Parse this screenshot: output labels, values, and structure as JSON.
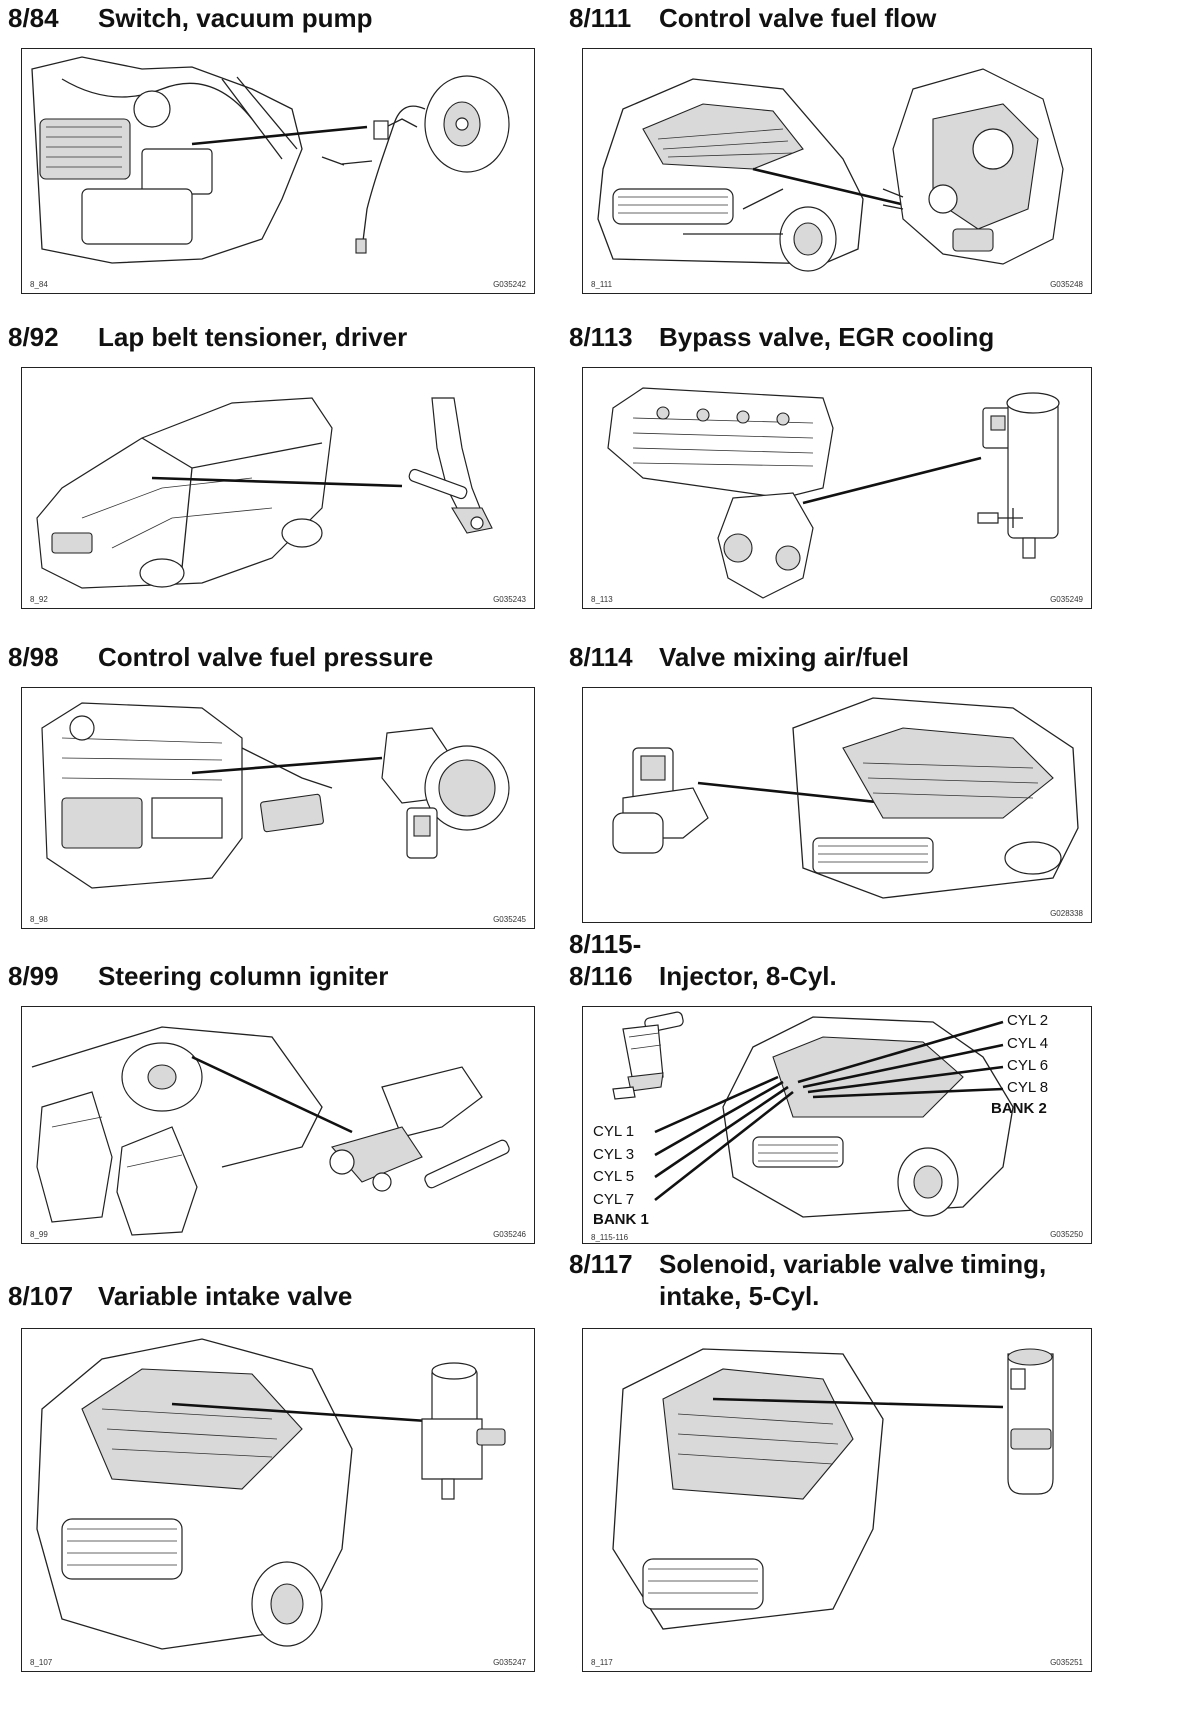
{
  "sections": [
    {
      "code": "8/84",
      "title": "Switch, vacuum pump",
      "ref_left": "8_84",
      "ref_right": "G035242"
    },
    {
      "code": "8/111",
      "title": "Control valve fuel flow",
      "ref_left": "8_111",
      "ref_right": "G035248"
    },
    {
      "code": "8/92",
      "title": "Lap belt tensioner, driver",
      "ref_left": "8_92",
      "ref_right": "G035243"
    },
    {
      "code": "8/113",
      "title": "Bypass valve, EGR cooling",
      "ref_left": "8_113",
      "ref_right": "G035249"
    },
    {
      "code": "8/98",
      "title": "Control valve fuel pressure",
      "ref_left": "8_98",
      "ref_right": "G035245"
    },
    {
      "code": "8/114",
      "title": "Valve mixing air/fuel",
      "ref_left": "",
      "ref_right": "G028338"
    },
    {
      "code": "8/99",
      "title": "Steering column igniter",
      "ref_left": "8_99",
      "ref_right": "G035246"
    },
    {
      "code_line1": "8/115-",
      "code": "8/116",
      "title": "Injector, 8-Cyl.",
      "ref_left": "8_115-116",
      "ref_right": "G035250",
      "labels_right": [
        "CYL 2",
        "CYL 4",
        "CYL 6",
        "CYL 8"
      ],
      "bank_right": "BANK 2",
      "labels_left": [
        "CYL 1",
        "CYL 3",
        "CYL 5",
        "CYL 7"
      ],
      "bank_left": "BANK 1"
    },
    {
      "code": "8/107",
      "title": "Variable intake valve",
      "ref_left": "8_107",
      "ref_right": "G035247"
    },
    {
      "code": "8/117",
      "title": "Solenoid, variable valve timing,",
      "title_line2": "intake, 5-Cyl.",
      "ref_left": "8_117",
      "ref_right": "G035251"
    }
  ],
  "icons": [
    "engine-bay-drawing",
    "vacuum-booster-icon",
    "fuel-pump-icon",
    "car-cutaway-drawing",
    "seatbelt-tensioner-icon",
    "engine-block-drawing",
    "bypass-valve-icon",
    "pressure-valve-icon",
    "mixing-valve-icon",
    "steering-column-icon",
    "injector-icon",
    "solenoid-valve-icon"
  ]
}
